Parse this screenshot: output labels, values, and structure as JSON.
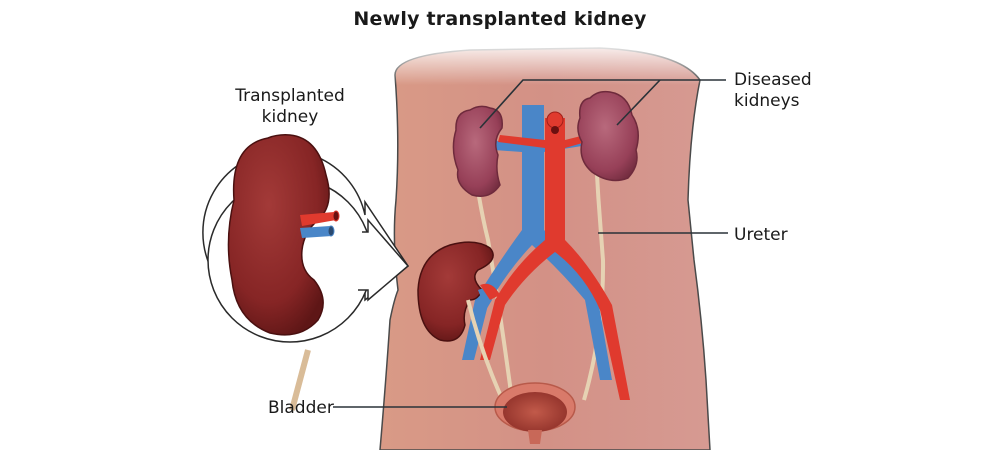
{
  "figure": {
    "title": "Newly transplanted kidney",
    "labels": {
      "transplanted_kidney": "Transplanted kidney",
      "diseased_kidneys_line1": "Diseased",
      "diseased_kidneys_line2": "kidneys",
      "ureter": "Ureter",
      "bladder": "Bladder"
    },
    "colors": {
      "skin": "#d9978a",
      "skin_dark": "#c98677",
      "kidney_healthy": "#8e2a2a",
      "kidney_diseased": "#9c4a62",
      "artery": "#e03a2e",
      "vein": "#4a86c8",
      "ureter": "#e8d3b4",
      "bladder": "#c8594a",
      "leader_line": "#3a4a52"
    }
  }
}
